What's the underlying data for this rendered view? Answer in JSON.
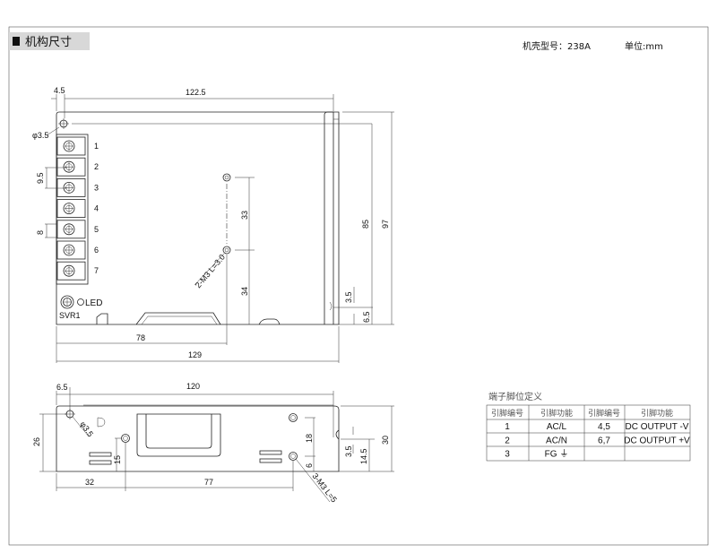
{
  "header": {
    "section_title": "机构尺寸",
    "case_model": "机壳型号：238A",
    "unit": "单位:mm"
  },
  "top_view": {
    "dims": {
      "w1": "4.5",
      "w2": "122.5",
      "hole": "φ3.5",
      "pitch": "9.5",
      "width8": "8",
      "d33": "33",
      "d34": "34",
      "d85": "85",
      "d97": "97",
      "d35": "3.5",
      "d65": "6.5",
      "d78": "78",
      "d129": "129"
    },
    "mount_note": "2-M3 L=3.0",
    "terminals": [
      "1",
      "2",
      "3",
      "4",
      "5",
      "6",
      "7"
    ],
    "led_label": "LED",
    "svr_label": "SVR1"
  },
  "front_view": {
    "dims": {
      "d65": "6.5",
      "d120": "120",
      "hole": "φ3.5",
      "d26": "26",
      "d15": "15",
      "d18": "18",
      "d6": "6",
      "d35": "3.5",
      "d145": "14.5",
      "d30": "30",
      "d32": "32",
      "d77": "77"
    },
    "mount_note": "3-M3 L=5"
  },
  "pin_table": {
    "title": "端子脚位定义",
    "headers": [
      "引脚编号",
      "引脚功能",
      "引脚编号",
      "引脚功能"
    ],
    "rows": [
      [
        "1",
        "AC/L",
        "4,5",
        "DC OUTPUT -V"
      ],
      [
        "2",
        "AC/N",
        "6,7",
        "DC OUTPUT +V"
      ],
      [
        "3",
        "FG ⏚",
        "",
        ""
      ]
    ]
  }
}
